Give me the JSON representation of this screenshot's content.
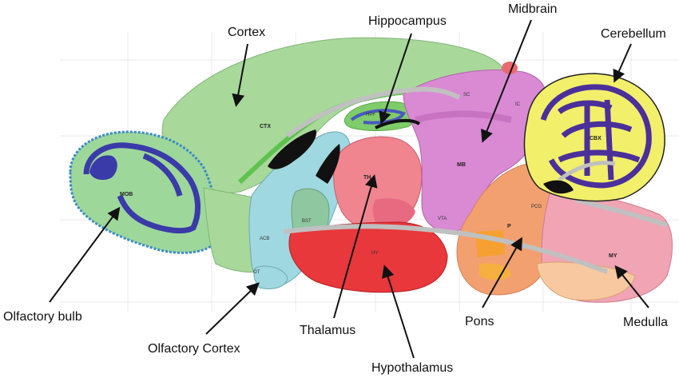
{
  "labels": {
    "cortex": "Cortex",
    "hippocampus": "Hippocampus",
    "midbrain": "Midbrain",
    "cerebellum": "Cerebellum",
    "olfactory_bulb": "Olfactory bulb",
    "olfactory_cortex": "Olfactory Cortex",
    "thalamus": "Thalamus",
    "hypothalamus": "Hypothalamus",
    "pons": "Pons",
    "medulla": "Medulla"
  },
  "abbrev": {
    "mob": "MOB",
    "ctx": "CTX",
    "hpf": "HPF",
    "th": "TH",
    "mb": "MB",
    "cbx": "CBX",
    "p": "P",
    "my": "MY",
    "acb": "ACB",
    "bst": "BST",
    "ot": "OT",
    "hy": "HY",
    "vta": "VTA",
    "poc": "PCG",
    "sc": "SC",
    "ic": "IC"
  },
  "colors": {
    "cortex": "#a8d89a",
    "olfactory_bulb": "#9dd79a",
    "olfactory_blue": "#3a3aa8",
    "striatum": "#9fd8e0",
    "pallidum": "#8fc7a0",
    "thalamus": "#f08590",
    "hypothalamus": "#e8383c",
    "midbrain": "#d98ad3",
    "pons": "#f2a070",
    "medulla": "#f0a4b4",
    "cerebellum_fold": "#4b2f9a",
    "cerebellum_yellow": "#f2ef6a",
    "ventricle": "#111111",
    "fiber": "#c0c0c0",
    "hippo": "#4a57c0"
  }
}
